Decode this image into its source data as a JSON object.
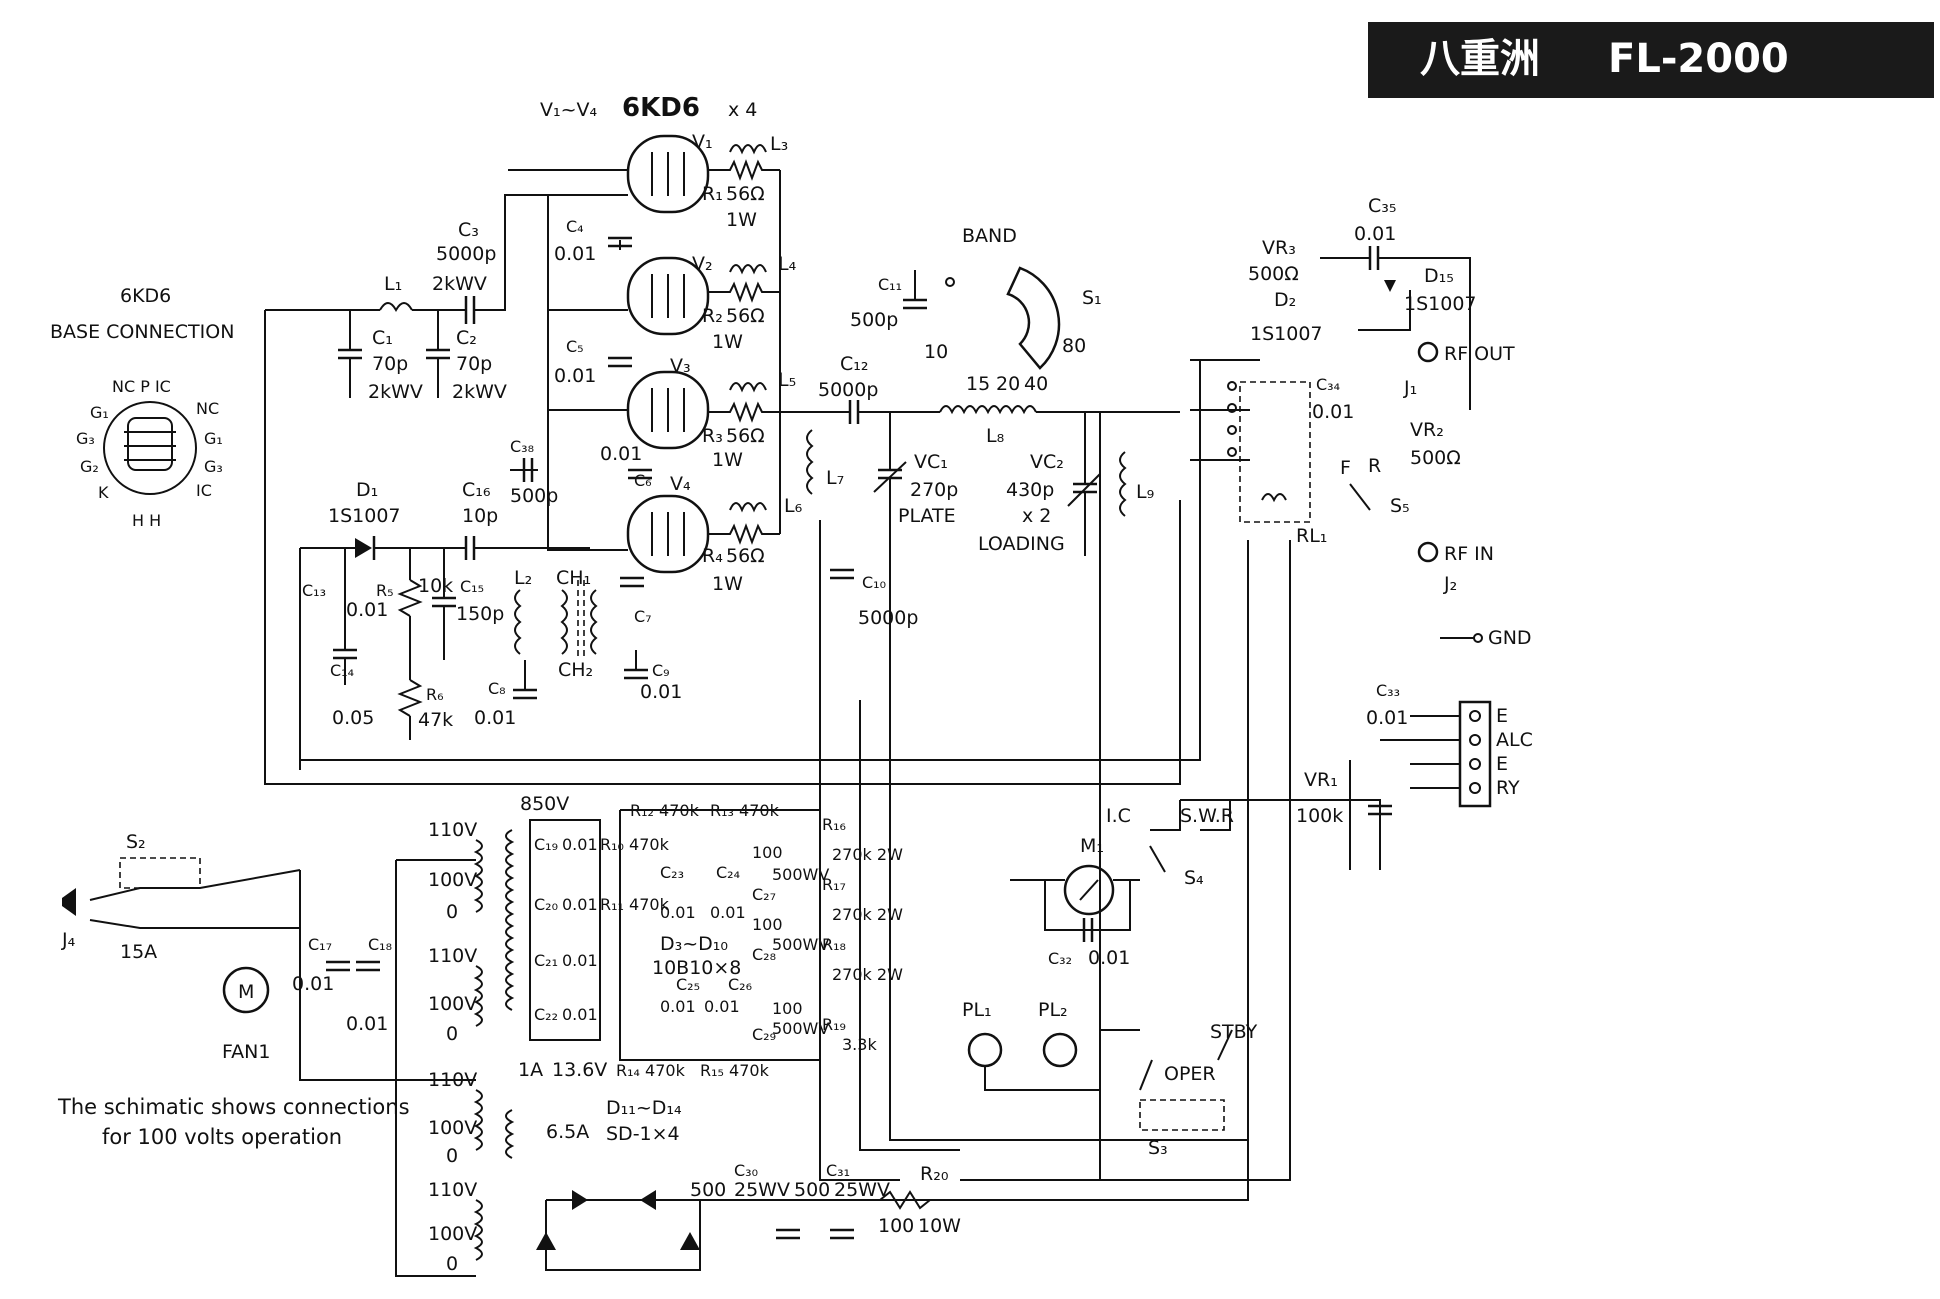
{
  "title": {
    "model_jp": "八重洲",
    "model_code": "FL-2000",
    "bg_color": "#1a1a1a",
    "fg_color": "#ffffff"
  },
  "tubes": {
    "range_label": "V₁~V₄",
    "type_label": "6KD6",
    "count_label": "x 4",
    "names": [
      "V₁",
      "V₂",
      "V₃",
      "V₄"
    ]
  },
  "base_connection": {
    "heading_1": "6KD6",
    "heading_2": "BASE CONNECTION",
    "top_pins": "NC P IC",
    "pins": [
      "G₁",
      "G₃",
      "G₂",
      "K",
      "NC",
      "G₁",
      "G₃",
      "IC"
    ],
    "bottom": "H H"
  },
  "input_section": {
    "L1": "L₁",
    "C1": [
      "C₁",
      "70p",
      "2kWV"
    ],
    "C2": [
      "C₂",
      "70p",
      "2kWV"
    ],
    "C3": [
      "C₃",
      "5000p",
      "2kWV"
    ],
    "D1": [
      "D₁",
      "1S1007"
    ],
    "C16": [
      "C₁₆",
      "10p"
    ],
    "C13": [
      "C₁₃",
      "0.01"
    ],
    "C14": [
      "C₁₄",
      "0.05"
    ],
    "R5": [
      "R₅",
      "10k"
    ],
    "R6": [
      "R₆",
      "47k"
    ],
    "C15": [
      "C₁₅",
      "150p"
    ],
    "C8": [
      "C₈",
      "0.01"
    ],
    "C38": [
      "C₃₈",
      "500p"
    ],
    "L2": "L₂",
    "CH1": "CH₁",
    "CH2": "CH₂",
    "C9": [
      "C₉",
      "0.01"
    ],
    "C7": "C₇",
    "C4": [
      "C₄",
      "0.01"
    ],
    "C5": [
      "C₅",
      "0.01"
    ],
    "C6": [
      "C₆",
      "0.01"
    ]
  },
  "plate_section": {
    "R1": [
      "R₁",
      "56Ω",
      "1W"
    ],
    "R2": [
      "R₂",
      "56Ω",
      "1W"
    ],
    "R3": [
      "R₃",
      "56Ω",
      "1W"
    ],
    "R4": [
      "R₄",
      "56Ω",
      "1W"
    ],
    "L3": "L₃",
    "L4": "L₄",
    "L5": "L₅",
    "L6": "L₆",
    "L7": "L₇",
    "C10": [
      "C₁₀",
      "5000p"
    ],
    "C11": [
      "C₁₁",
      "500p"
    ],
    "C12": [
      "C₁₂",
      "5000p"
    ],
    "band": "BAND",
    "S1": "S₁",
    "band_positions": [
      "10",
      "15",
      "20",
      "40",
      "80"
    ],
    "L8": "L₈",
    "VC1": [
      "VC₁",
      "270p",
      "PLATE"
    ],
    "VC2": [
      "VC₂",
      "430p",
      "x 2",
      "LOADING"
    ],
    "L9": "L₉"
  },
  "output_section": {
    "C35": [
      "C₃₅",
      "0.01"
    ],
    "VR3": [
      "VR₃",
      "500Ω"
    ],
    "D2": [
      "D₂",
      "1S1007"
    ],
    "D15": [
      "D₁₅",
      "1S1007"
    ],
    "rf_out": "RF OUT",
    "J1": "J₁",
    "C34": [
      "C₃₄",
      "0.01"
    ],
    "VR2": [
      "VR₂",
      "500Ω"
    ],
    "F": "F",
    "R": "R",
    "S5": "S₅",
    "RL1": "RL₁",
    "rf_in": "RF IN",
    "J2": "J₂",
    "gnd": "GND",
    "C33": [
      "C₃₃",
      "0.01"
    ],
    "terminals": [
      "E",
      "ALC",
      "E",
      "RY"
    ],
    "VR1": [
      "VR₁",
      "100k"
    ]
  },
  "meter_section": {
    "ic": "I.C",
    "swr": "S.W.R",
    "M1": "M₁",
    "S4": "S₄",
    "C32": [
      "C₃₂",
      "0.01"
    ]
  },
  "power_section": {
    "S2": "S₂",
    "J4": "J₄",
    "fuse": "15A",
    "fan_motor": "M",
    "fan": "FAN1",
    "C17": [
      "C₁₇",
      "0.01"
    ],
    "C18": [
      "C₁₈",
      "0.01"
    ],
    "tap_labels": [
      "110V",
      "100V",
      "0"
    ],
    "hv_label": "850V",
    "hv_current": "1A",
    "fil_voltage": "13.6V",
    "bias_current": "6.5A",
    "bridge_diodes": [
      "D₃~D₁₀",
      "10B10×8"
    ],
    "bias_diodes": [
      "D₁₁~D₁₄",
      "SD-1×4"
    ],
    "hv_caps": [
      "C₁₉",
      "C₂₀",
      "C₂₁",
      "C₂₂"
    ],
    "hv_cap_values": [
      "0.01",
      "0.01",
      "0.01",
      "0.01"
    ],
    "hv_resistors": [
      "R₁₀ 470k",
      "R₁₁ 470k",
      "R₁₂ 470k",
      "R₁₃ 470k",
      "R₁₄ 470k",
      "R₁₅ 470k"
    ],
    "C23": [
      "C₂₃",
      "0.01"
    ],
    "C24": [
      "C₂₄",
      "0.01"
    ],
    "C25": [
      "C₂₅",
      "0.01"
    ],
    "C26": [
      "C₂₆",
      "0.01"
    ],
    "C27": [
      "C₂₇",
      "100",
      "500WV"
    ],
    "C28": [
      "C₂₈",
      "100",
      "500WV"
    ],
    "C29": [
      "C₂₉",
      "100",
      "500WV"
    ],
    "R16": [
      "R₁₆",
      "270k 2W"
    ],
    "R17": [
      "R₁₇",
      "270k 2W"
    ],
    "R18": [
      "R₁₈",
      "270k 2W"
    ],
    "R19": [
      "R₁₉",
      "3.3k"
    ],
    "C30": [
      "C₃₀",
      "500",
      "25WV"
    ],
    "C31": [
      "C₃₁",
      "500",
      "25WV"
    ],
    "R20": [
      "R₂₀",
      "100",
      "10W"
    ],
    "PL1": "PL₁",
    "PL2": "PL₂",
    "oper": "OPER",
    "stby": "STBY",
    "S3": "S₃"
  },
  "note": {
    "line1": "The schimatic shows connections",
    "line2": "for 100 volts operation"
  }
}
